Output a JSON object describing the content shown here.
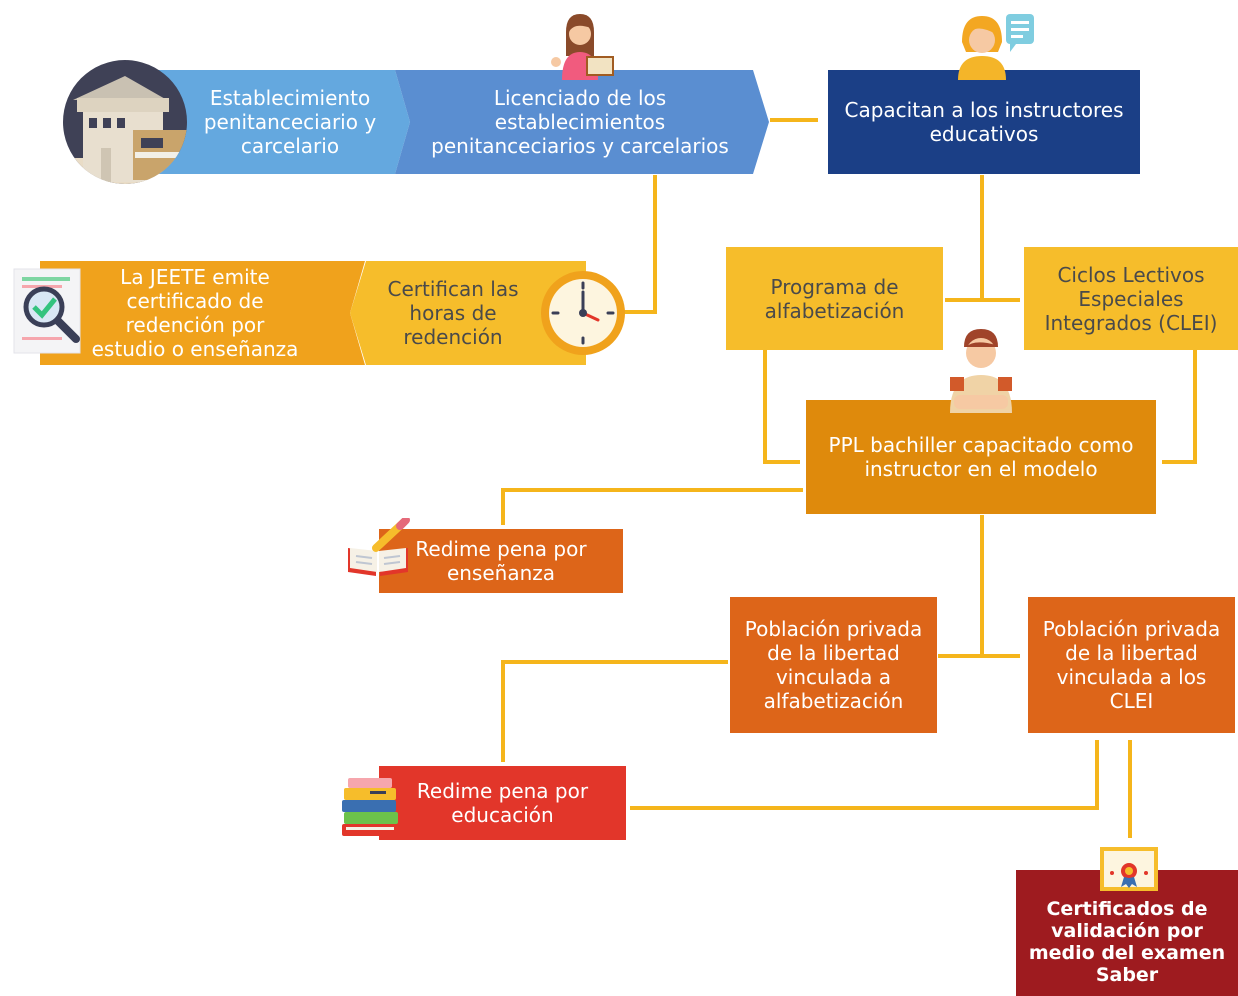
{
  "nodes": {
    "establecimiento": "Establecimiento penitanceciario y carcelario",
    "licenciado": "Licenciado de los establecimientos penitanceciarios y carcelarios",
    "capacitan": "Capacitan a los instructores educativos",
    "programa": "Programa de alfabetización",
    "ciclos": "Ciclos Lectivos Especiales Integrados (CLEI)",
    "jeete": "La JEETE emite certificado de redención por estudio o enseñanza",
    "certifican": "Certifican las horas de redención",
    "ppl": "PPL bachiller capacitado como instructor en el modelo",
    "redime_ensenanza": "Redime pena por enseñanza",
    "poblacion_alfabetizacion": "Población privada de la libertad vinculada a alfabetización",
    "poblacion_clei": "Población privada de la libertad vinculada a los CLEI",
    "redime_educacion": "Redime pena por educación",
    "certificados": "Certificados de validación por medio del examen Saber"
  },
  "colors": {
    "connector": "#f5b51b",
    "blue_light": "#64a8df",
    "blue_mid": "#5a8ed1",
    "navy": "#1b3f86",
    "yellow": "#f6bd2b",
    "orange": "#f0a21c",
    "orange_dark": "#df8a0c",
    "orange_red": "#dd6519",
    "red": "#e2362a",
    "dark_red": "#9e1b1f"
  }
}
